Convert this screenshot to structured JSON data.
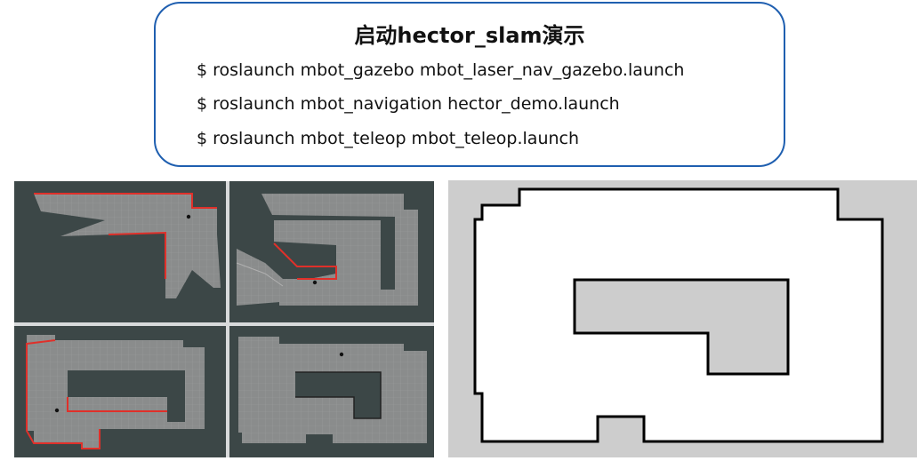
{
  "commands": {
    "title": "启动hector_slam演示",
    "lines": [
      "$ roslaunch mbot_gazebo mbot_laser_nav_gazebo.launch",
      "$ roslaunch mbot_navigation hector_demo.launch",
      "$ roslaunch mbot_teleop mbot_teleop.launch"
    ]
  },
  "colors": {
    "accent_border": "#1f5fb0",
    "rviz_background": "#3c4747",
    "map_free": "#8a8c8c",
    "obstacle": "#e0302a",
    "final_map_unknown": "#cdcdcd",
    "final_map_free": "#ffffff",
    "final_map_wall": "#000000"
  },
  "panels": [
    {
      "stage": "mapping-stage-1"
    },
    {
      "stage": "mapping-stage-2"
    },
    {
      "stage": "mapping-stage-3"
    },
    {
      "stage": "mapping-stage-4"
    }
  ]
}
